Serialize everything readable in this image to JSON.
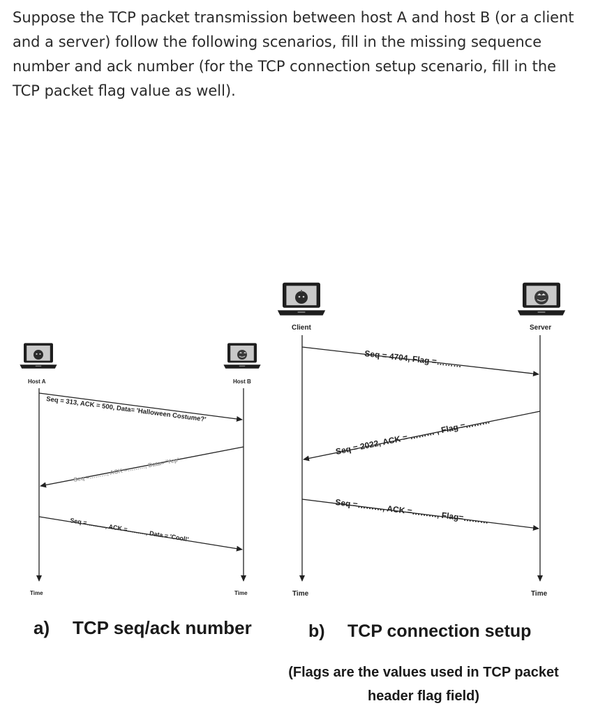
{
  "question": "Suppose the TCP packet transmission between host A and host B (or a client and a server) follow the following scenarios, fill in the missing sequence number and ack number (for the TCP connection setup scenario, fill in the TCP packet flag value as well).",
  "diagram_a": {
    "left_node": "Host A",
    "right_node": "Host B",
    "left_time": "Time",
    "right_time": "Time",
    "messages": [
      "Seq = 313, ACK = 500, Data= 'Halloween Costume?'",
      "Seq =………, ACK =………, Data= 'Yep'",
      "Seq =………, ACK =………, Data = 'Cool!'"
    ],
    "caption_label": "a)",
    "caption_text": "TCP seq/ack number"
  },
  "diagram_b": {
    "left_node": "Client",
    "right_node": "Server",
    "left_time": "Time",
    "right_time": "Time",
    "messages": [
      "Seq = 4704, Flag =………",
      "Seq = 2022, ACK = ……… , Flag =………",
      "Seq =………, ACK =………, Flag=………"
    ],
    "caption_label": "b)",
    "caption_text": "TCP connection setup",
    "note": "(Flags are the values used in TCP packet header flag field)"
  },
  "icons": [
    "laptop-pumpkin-icon",
    "laptop-jack-o-lantern-icon"
  ]
}
